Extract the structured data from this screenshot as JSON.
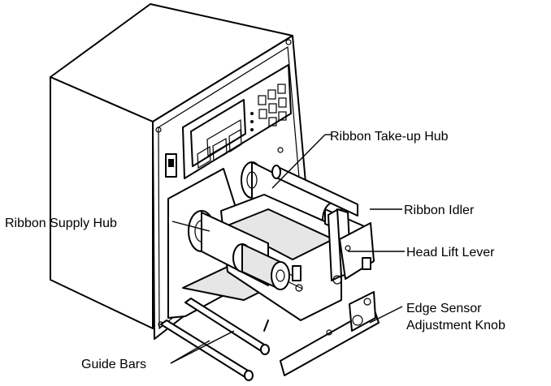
{
  "labels": {
    "ribbon_takeup_hub": "Ribbon Take-up Hub",
    "ribbon_idler": "Ribbon Idler",
    "ribbon_supply_hub": "Ribbon Supply Hub",
    "head_lift_lever": "Head Lift Lever",
    "edge_sensor_line1": "Edge Sensor",
    "edge_sensor_line2": "Adjustment Knob",
    "guide_bars": "Guide Bars"
  },
  "icons": [
    "power-switch-icon",
    "display-panel-icon"
  ]
}
